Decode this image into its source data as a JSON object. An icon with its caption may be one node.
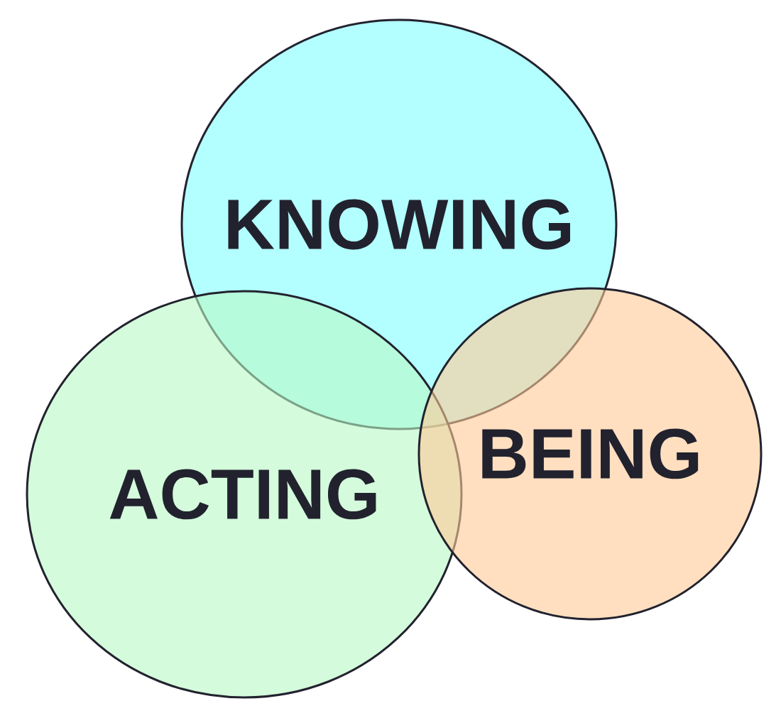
{
  "diagram": {
    "nodes": [
      {
        "text": [
          "KNOWING"
        ]
      },
      {
        "text": [
          "ACTING"
        ]
      },
      {
        "text": [
          "BEING"
        ]
      }
    ]
  }
}
